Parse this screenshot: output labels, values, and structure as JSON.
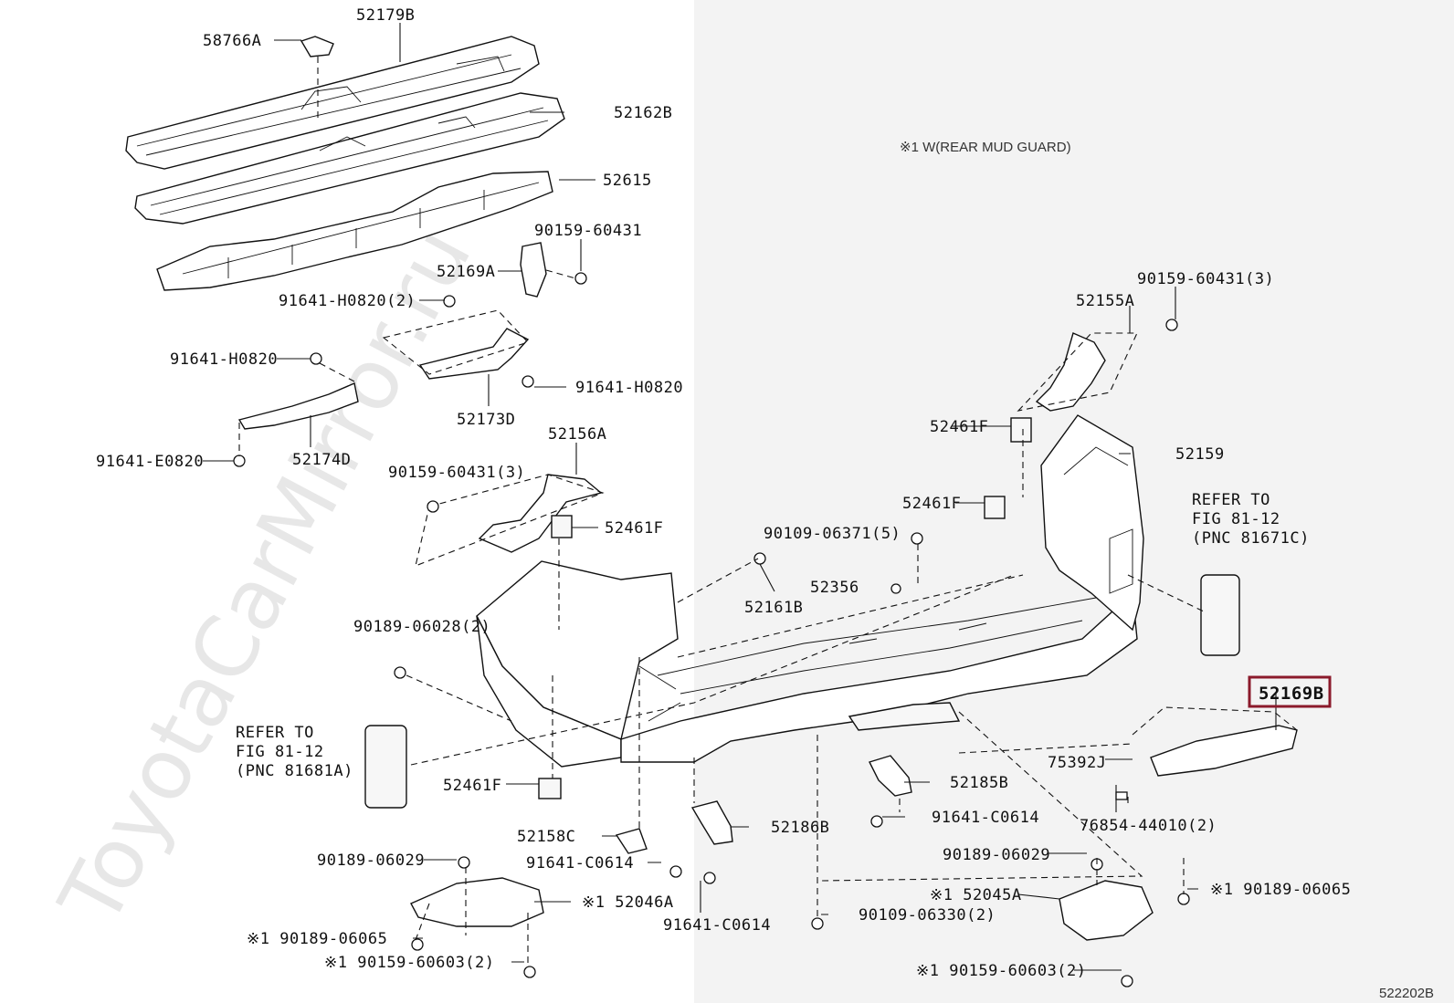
{
  "note": "※1 W(REAR MUD GUARD)",
  "diagram_id": "522202B",
  "watermark": "ToyotaCarMirror.ru",
  "highlight": {
    "part": "52169B",
    "color": "#8b1a2b"
  },
  "labels": {
    "p52179B": "52179B",
    "p58766A": "58766A",
    "p52162B": "52162B",
    "p52615": "52615",
    "p90159_60431": "90159-60431",
    "p52169A": "52169A",
    "p91641_H0820_2": "91641-H0820(2)",
    "p91641_H0820_a": "91641-H0820",
    "p91641_H0820_b": "91641-H0820",
    "p52173D": "52173D",
    "p91641_E0820": "91641-E0820",
    "p52174D": "52174D",
    "p52156A": "52156A",
    "p90159_60431_3a": "90159-60431(3)",
    "p52461F_a": "52461F",
    "p90109_06371": "90109-06371(5)",
    "p52356": "52356",
    "p52161B": "52161B",
    "p90189_06028": "90189-06028(2)",
    "p52461F_b": "52461F",
    "p52461F_c": "52461F",
    "p52461F_d": "52461F",
    "p52155A": "52155A",
    "p90159_60431_3b": "90159-60431(3)",
    "p52159": "52159",
    "p52169B": "52169B",
    "p75392J": "75392J",
    "p76854": "76854-44010(2)",
    "p52185B": "52185B",
    "p91641_C0614_a": "91641-C0614",
    "p52158C": "52158C",
    "p91641_C0614_b": "91641-C0614",
    "p52186B": "52186B",
    "p91641_C0614_c": "91641-C0614",
    "p90189_06029_a": "90189-06029",
    "p52046A": "※1 52046A",
    "p90189_06065_a": "※1 90189-06065",
    "p90159_60603_a": "※1 90159-60603(2)",
    "p90189_06029_b": "90189-06029",
    "p52045A": "※1 52045A",
    "p90109_06330": "90109-06330(2)",
    "p90189_06065_b": "※1 90189-06065",
    "p90159_60603_b": "※1 90159-60603(2)"
  },
  "refs": {
    "left": [
      "REFER TO",
      "FIG 81-12",
      "(PNC 81681A)"
    ],
    "right": [
      "REFER TO",
      "FIG 81-12",
      "(PNC 81671C)"
    ]
  }
}
